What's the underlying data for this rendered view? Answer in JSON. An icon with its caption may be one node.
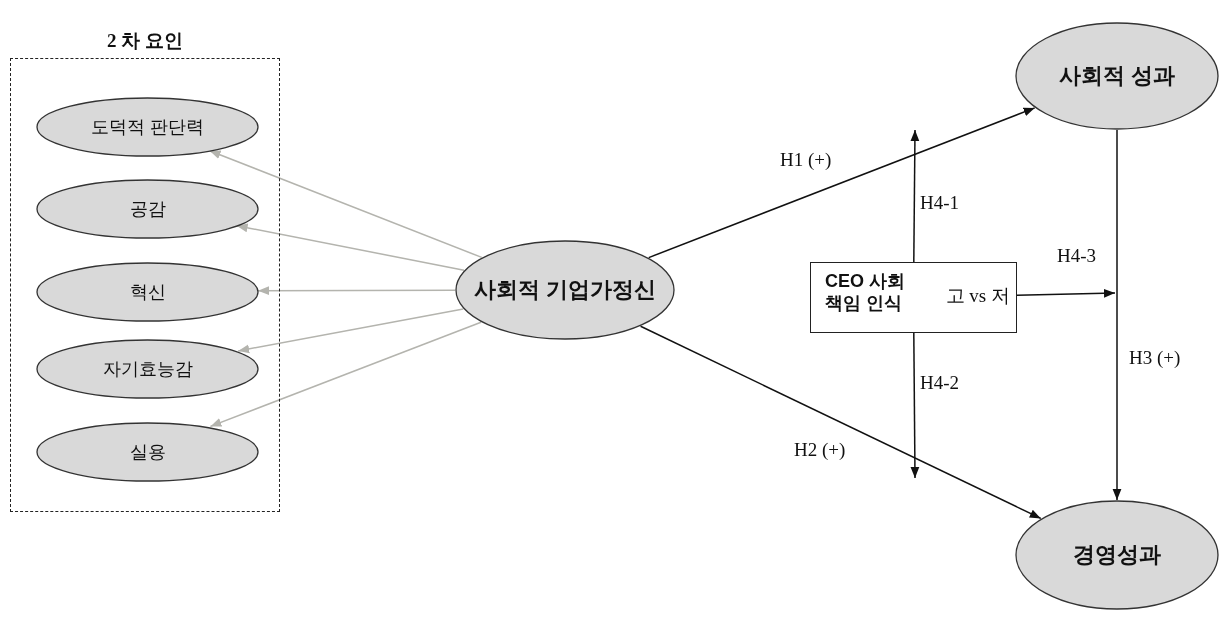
{
  "diagram": {
    "nodes": [
      {
        "text": [
          "2 차 요인"
        ]
      },
      {
        "text": [
          "도덕적 판단력"
        ],
        "in": 0
      },
      {
        "text": [
          "공감"
        ],
        "in": 0
      },
      {
        "text": [
          "혁신"
        ],
        "in": 0
      },
      {
        "text": [
          "자기효능감"
        ],
        "in": 0
      },
      {
        "text": [
          "실용"
        ],
        "in": 0
      },
      {
        "text": [
          "사회적 기업가정신"
        ]
      },
      {
        "text": [
          "사회적 성과"
        ]
      },
      {
        "text": [
          "경영성과"
        ]
      },
      {
        "text": [
          "CEO 사회 책임 인식",
          "고 vs 저"
        ]
      }
    ],
    "edges": [
      {
        "from": 6,
        "to": 1,
        "arrow": "to",
        "color": "#b4b4ae"
      },
      {
        "from": 6,
        "to": 2,
        "arrow": "to",
        "color": "#b4b4ae"
      },
      {
        "from": 6,
        "to": 3,
        "arrow": "to",
        "color": "#b4b4ae"
      },
      {
        "from": 6,
        "to": 4,
        "arrow": "to",
        "color": "#b4b4ae"
      },
      {
        "from": 6,
        "to": 5,
        "arrow": "to",
        "color": "#b4b4ae"
      },
      {
        "from": 6,
        "to": 7,
        "arrow": "to",
        "label": "H1 (+)"
      },
      {
        "from": 6,
        "to": 8,
        "arrow": "to",
        "label": "H2 (+)"
      },
      {
        "from": 7,
        "to": 8,
        "arrow": "to",
        "label": "H3 (+)"
      },
      {
        "from": 9,
        "to": null,
        "arrow": "to",
        "label": "H4-1"
      },
      {
        "from": 9,
        "to": null,
        "arrow": "to",
        "label": "H4-2"
      },
      {
        "from": 9,
        "to": null,
        "arrow": "to",
        "label": "H4-3"
      }
    ]
  }
}
